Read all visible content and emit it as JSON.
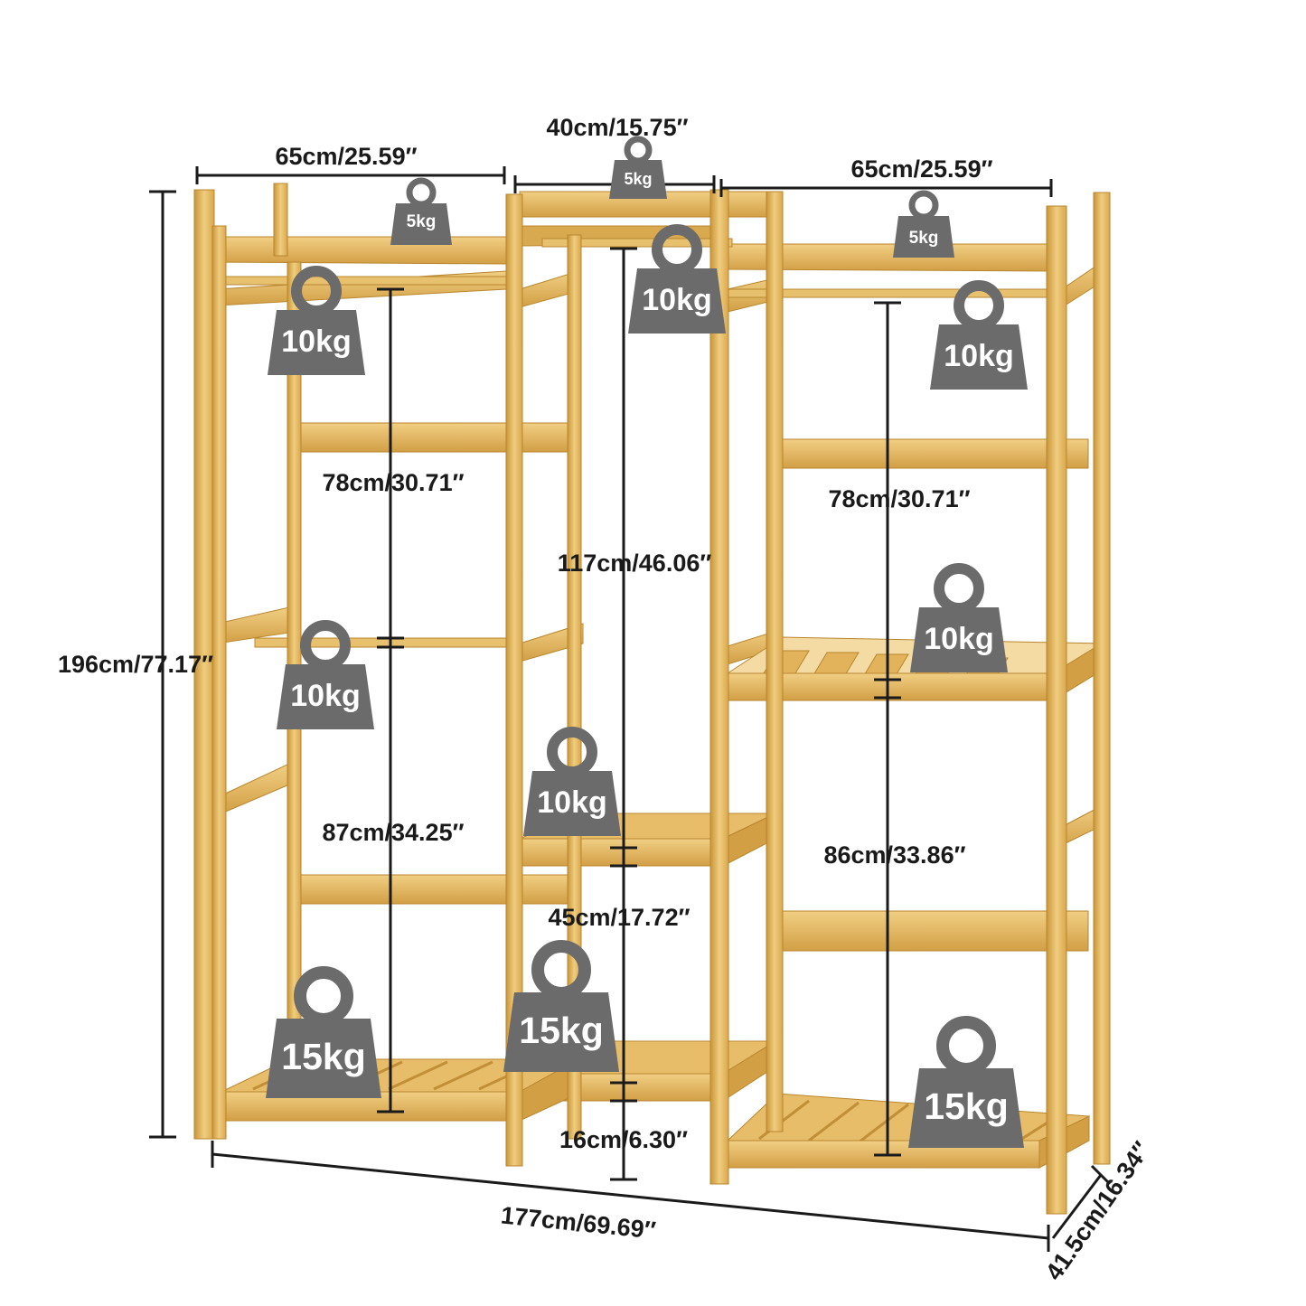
{
  "colors": {
    "wood": "#e2b35a",
    "wood_light": "#f0cd80",
    "wood_dark": "#c18f38",
    "weight": "#6b6b6b",
    "line": "#1a1a1a"
  },
  "dimensions": {
    "top_left_width": "65cm/25.59″",
    "top_center_width": "40cm/15.75″",
    "top_right_width": "65cm/25.59″",
    "total_height": "196cm/77.17″",
    "left_upper": "78cm/30.71″",
    "left_lower": "87cm/34.25″",
    "center_rod": "117cm/46.06″",
    "center_shelf_gap": "45cm/17.72″",
    "center_bottom": "16cm/6.30″",
    "right_upper": "78cm/30.71″",
    "right_lower": "86cm/33.86″",
    "total_width": "177cm/69.69″",
    "depth": "41.5cm/16.34″"
  },
  "weights": {
    "top_left": "5kg",
    "top_center": "5kg",
    "top_right": "5kg",
    "rod_left_top": "10kg",
    "rod_center": "10kg",
    "rod_right_top": "10kg",
    "rod_left_mid": "10kg",
    "shelf_right_mid": "10kg",
    "shelf_center_mid": "10kg",
    "shelf_left_bottom": "15kg",
    "shelf_center_bottom": "15kg",
    "shelf_right_bottom": "15kg"
  }
}
